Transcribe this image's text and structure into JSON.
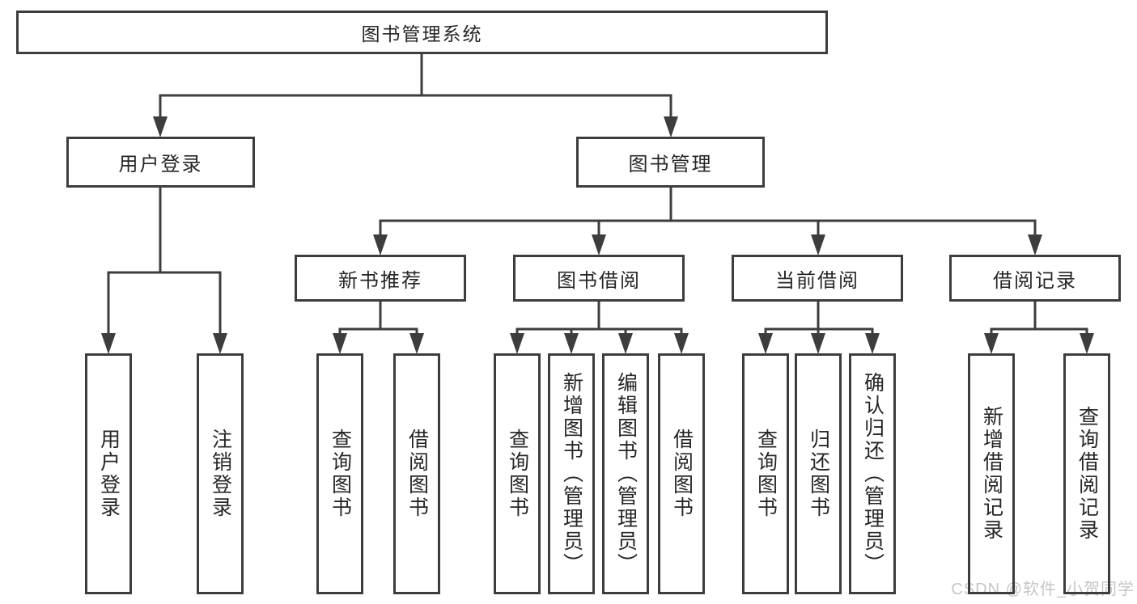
{
  "root": {
    "label": "图书管理系统"
  },
  "user_login": {
    "label": "用户登录",
    "children": [
      {
        "label": "用户登录"
      },
      {
        "label": "注销登录"
      }
    ]
  },
  "book_mgmt": {
    "label": "图书管理",
    "sections": [
      {
        "label": "新书推荐",
        "children": [
          {
            "label": "查询图书"
          },
          {
            "label": "借阅图书"
          }
        ]
      },
      {
        "label": "图书借阅",
        "children": [
          {
            "label": "查询图书"
          },
          {
            "label": "新增图书（管理员）"
          },
          {
            "label": "编辑图书（管理员）"
          },
          {
            "label": "借阅图书"
          }
        ]
      },
      {
        "label": "当前借阅",
        "children": [
          {
            "label": "查询图书"
          },
          {
            "label": "归还图书"
          },
          {
            "label": "确认归还（管理员）"
          }
        ]
      },
      {
        "label": "借阅记录",
        "children": [
          {
            "label": "新增借阅记录"
          },
          {
            "label": "查询借阅记录"
          }
        ]
      }
    ]
  },
  "watermark": "CSDN @软件_小贺同学",
  "colors": {
    "line": "#3d3d3d",
    "box_border": "#3d3d3d",
    "text": "#262626",
    "watermark": "#c6c6c6",
    "background": "#ffffff"
  }
}
